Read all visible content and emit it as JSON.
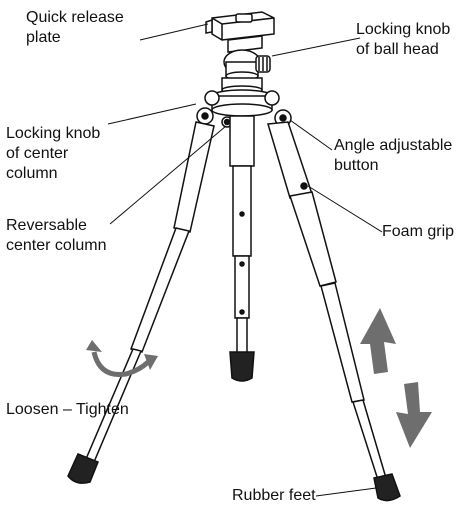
{
  "labels": {
    "quick_release_plate": "Quick release\nplate",
    "locking_knob_ball_head": "Locking knob\nof ball head",
    "locking_knob_center_column": "Locking knob\nof center\ncolumn",
    "angle_adjustable_button": "Angle adjustable\nbutton",
    "reversable_center_column": "Reversable\ncenter column",
    "foam_grip": "Foam grip",
    "loosen_tighten": "Loosen – Tighten",
    "rubber_feet": "Rubber feet"
  },
  "colors": {
    "line": "#111111",
    "arrow": "#6e6e6e"
  }
}
